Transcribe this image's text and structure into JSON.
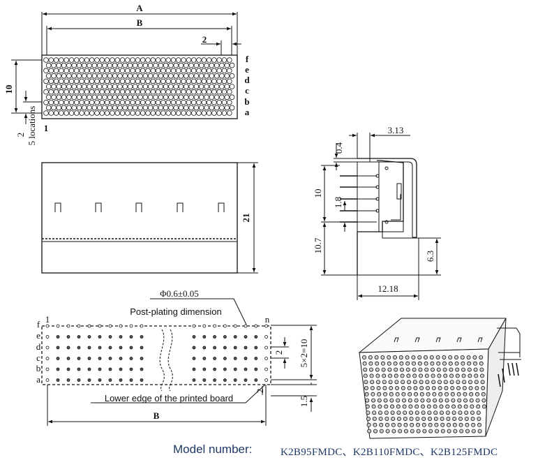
{
  "top_view": {
    "dim_a": "A",
    "dim_b": "B",
    "dim_pitch": "2",
    "dim_height": "10",
    "dim_locations": "2",
    "dim_locations_label": "5 locations",
    "pin_one": "1",
    "row_labels": [
      "f",
      "e",
      "d",
      "c",
      "b",
      "a"
    ]
  },
  "front_view": {
    "dim_height": "21"
  },
  "side_view": {
    "dim_04": "0.4",
    "dim_313": "3.13",
    "dim_10": "10",
    "dim_18": "1.8",
    "dim_107": "10.7",
    "dim_63": "6.3",
    "dim_1218": "12.18"
  },
  "footprint": {
    "hole_dim": "Φ0.6±0.05",
    "post_plating": "Post-plating dimension",
    "lower_edge": "Lower edge of the printed board",
    "dim_b": "B",
    "dim_2": "2",
    "dim_5x2": "5×2=10",
    "dim_2b": "2",
    "dim_15": "1.5",
    "col_first": "1",
    "col_last": "n",
    "row_labels": [
      "f",
      "e",
      "d",
      "c",
      "b",
      "a"
    ]
  },
  "model": {
    "label": "Model number:",
    "value": "K2B95FMDC、K2B110FMDC、K2B125FMDC"
  }
}
